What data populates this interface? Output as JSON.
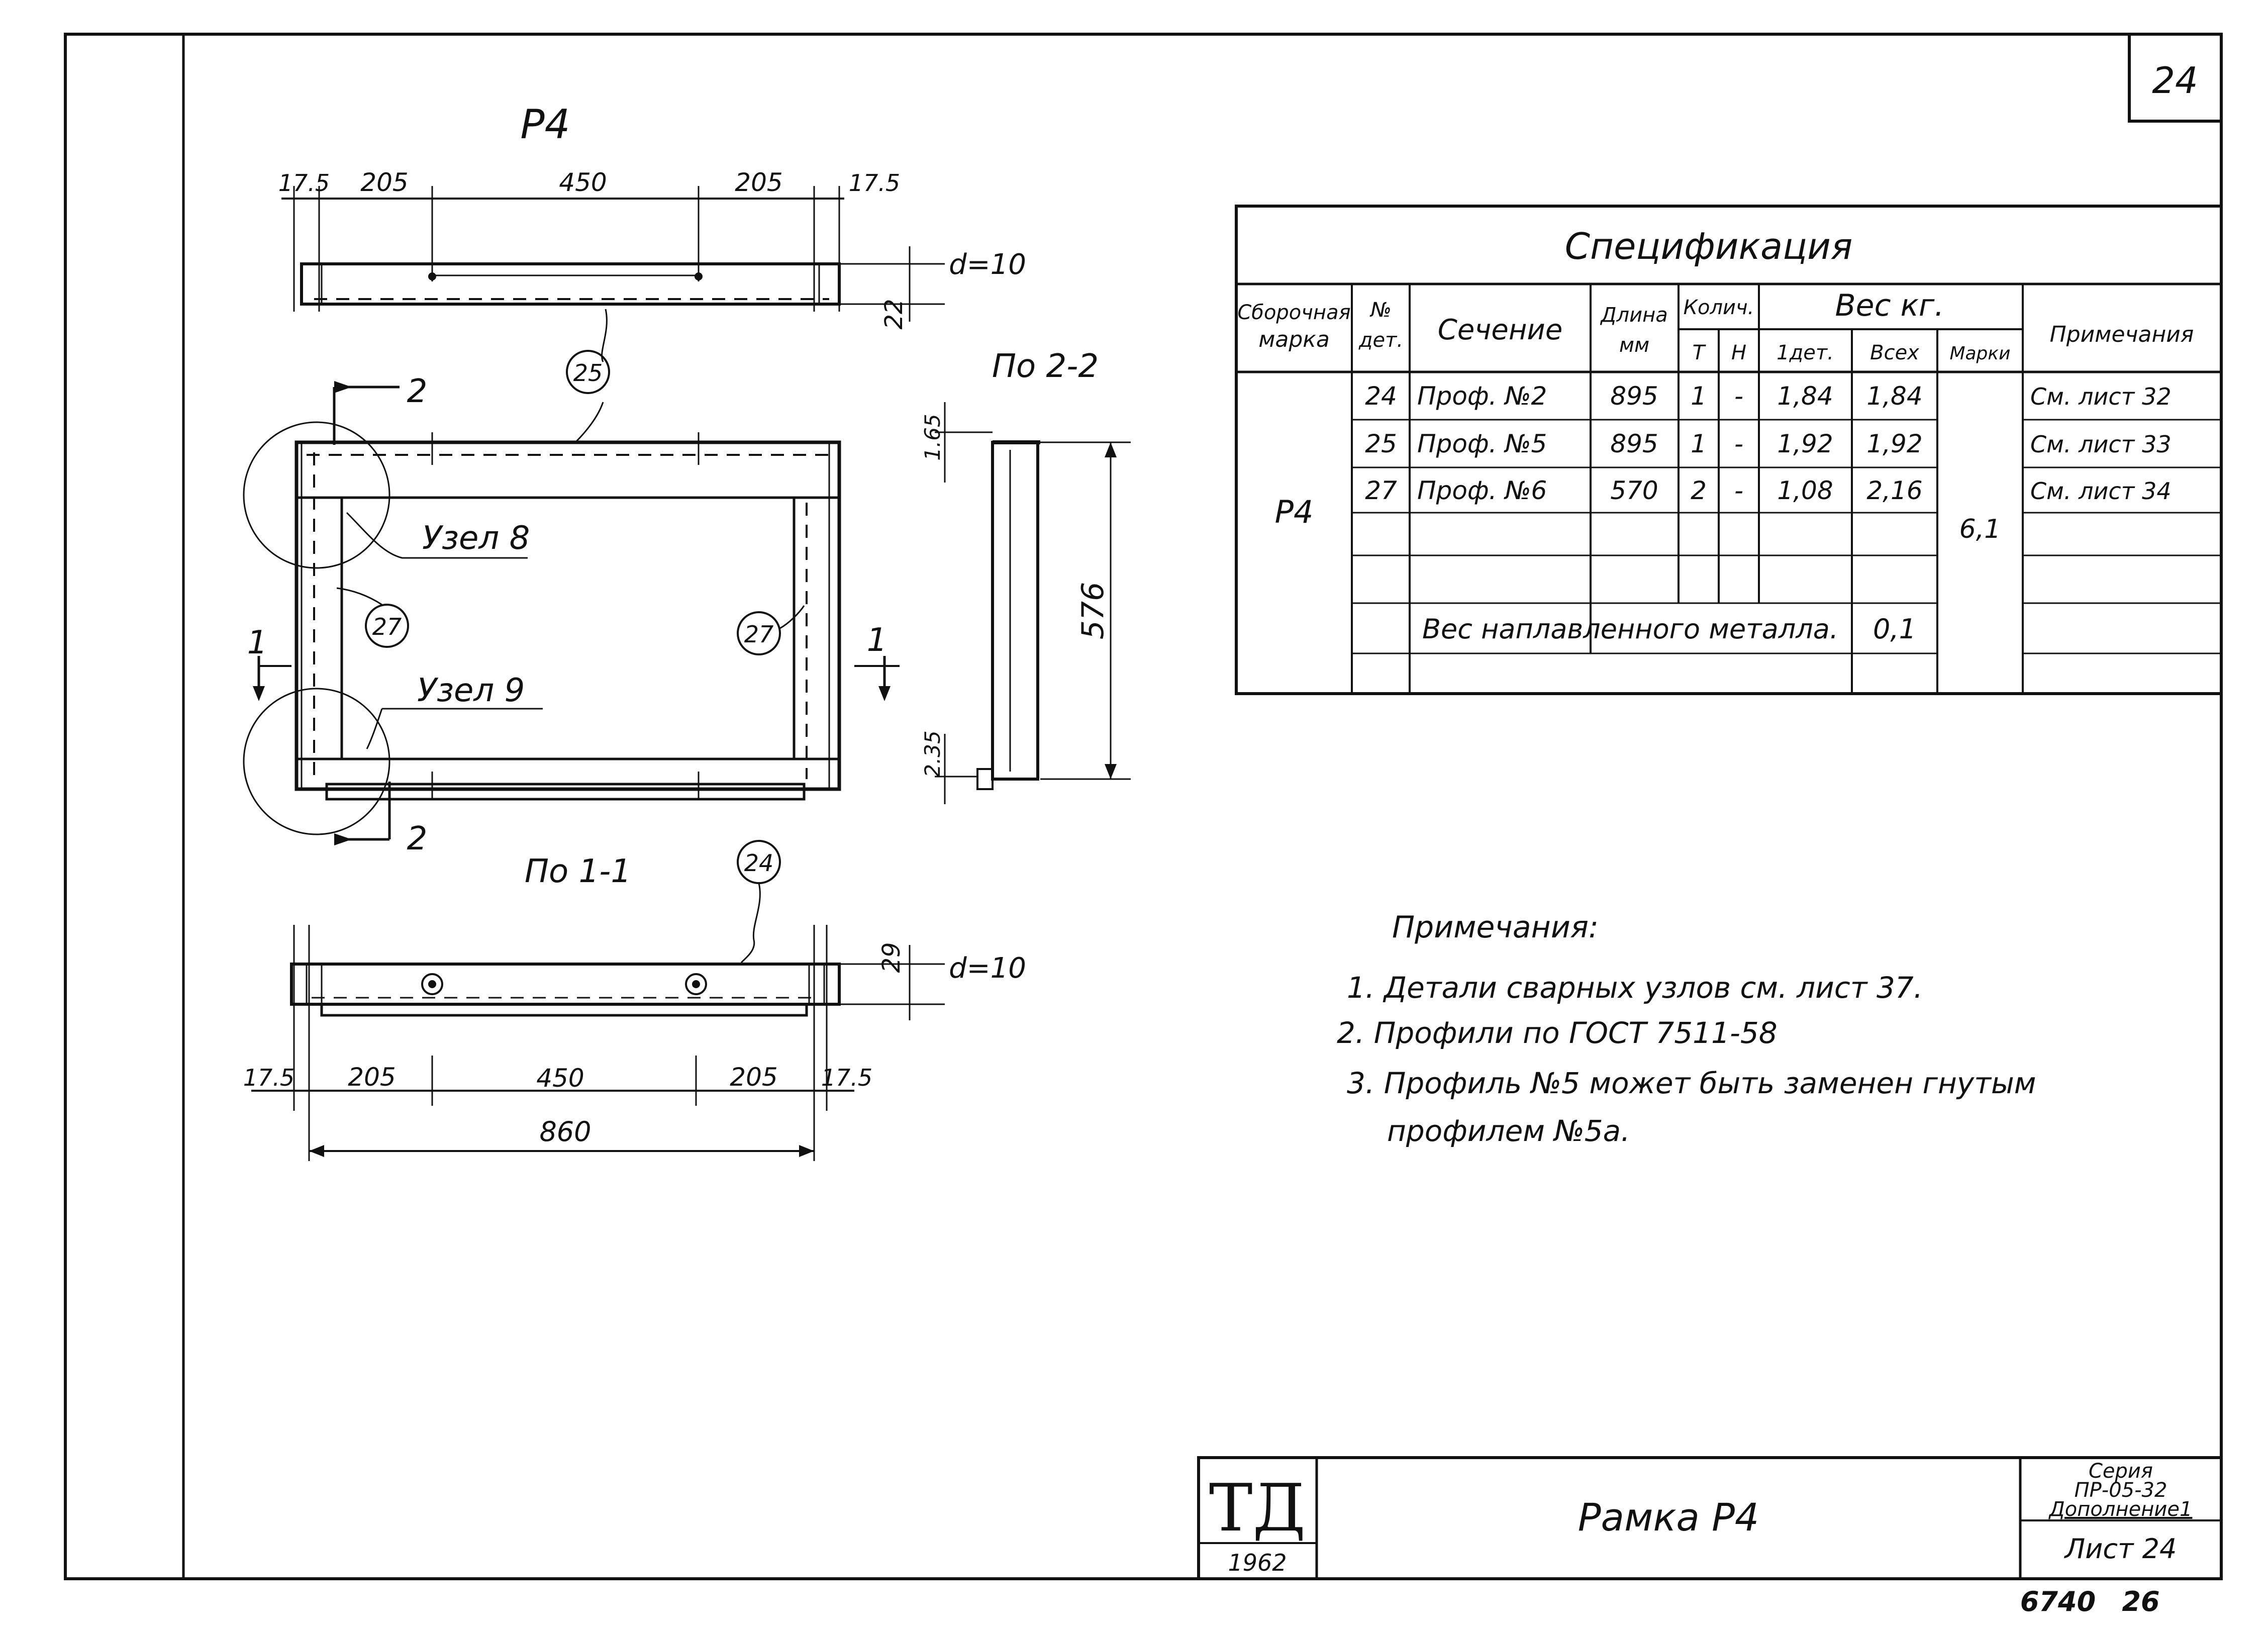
{
  "sheet_number": "24",
  "drawing": {
    "title": "Р4",
    "top_dims": [
      "17.5",
      "205",
      "450",
      "205",
      "17.5"
    ],
    "bottom_dims": [
      "17.5",
      "205",
      "450",
      "205",
      "17.5"
    ],
    "overall_width": "860",
    "height_dim": "576",
    "thickness_top": "d=10",
    "thickness_bottom": "d=10",
    "gap_top": "22",
    "gap_bottom": "29",
    "dim_165": "1.65",
    "dim_235": "2.35",
    "section_1": "1",
    "section_2": "2",
    "view_22": "По 2-2",
    "view_11": "По 1-1",
    "node_8": "Узел 8",
    "node_9": "Узел 9",
    "part_25": "25",
    "part_27": "27",
    "part_24": "24"
  },
  "spec": {
    "title": "Спецификация",
    "headers": {
      "mark": [
        "Сборочная",
        "марка"
      ],
      "det": [
        "№",
        "дет."
      ],
      "section": "Сечение",
      "length": [
        "Длина",
        "мм"
      ],
      "qty": "Колич.",
      "qty_t": "Т",
      "qty_n": "Н",
      "weight": "Вес кг.",
      "w_one": "1дет.",
      "w_all": "Всех",
      "w_mark": "Марки",
      "notes": "Примечания"
    },
    "mark": "Р4",
    "mark_weight": "6,1",
    "rows": [
      {
        "det": "24",
        "section": "Проф. №2",
        "length": "895",
        "t": "1",
        "n": "-",
        "w1": "1,84",
        "wall": "1,84",
        "note": "См. лист 32"
      },
      {
        "det": "25",
        "section": "Проф. №5",
        "length": "895",
        "t": "1",
        "n": "-",
        "w1": "1,92",
        "wall": "1,92",
        "note": "См. лист 33"
      },
      {
        "det": "27",
        "section": "Проф. №6",
        "length": "570",
        "t": "2",
        "n": "-",
        "w1": "1,08",
        "wall": "2,16",
        "note": "См. лист 34"
      }
    ],
    "weld_label": "Вес наплавленного металла.",
    "weld_value": "0,1"
  },
  "notes": {
    "title": "Примечания:",
    "items": [
      "1. Детали сварных узлов см. лист 37.",
      "2. Профили по ГОСТ 7511-58",
      "3. Профиль №5 может быть заменен гнутым",
      "профилем №5а."
    ]
  },
  "title_block": {
    "logo": "ТД",
    "year": "1962",
    "name": "Рамка Р4",
    "series_1": "Серия",
    "series_2": "ПР-05-32",
    "series_3": "Дополнение1",
    "sheet": "Лист 24",
    "inv": "6740",
    "inv2": "26"
  }
}
